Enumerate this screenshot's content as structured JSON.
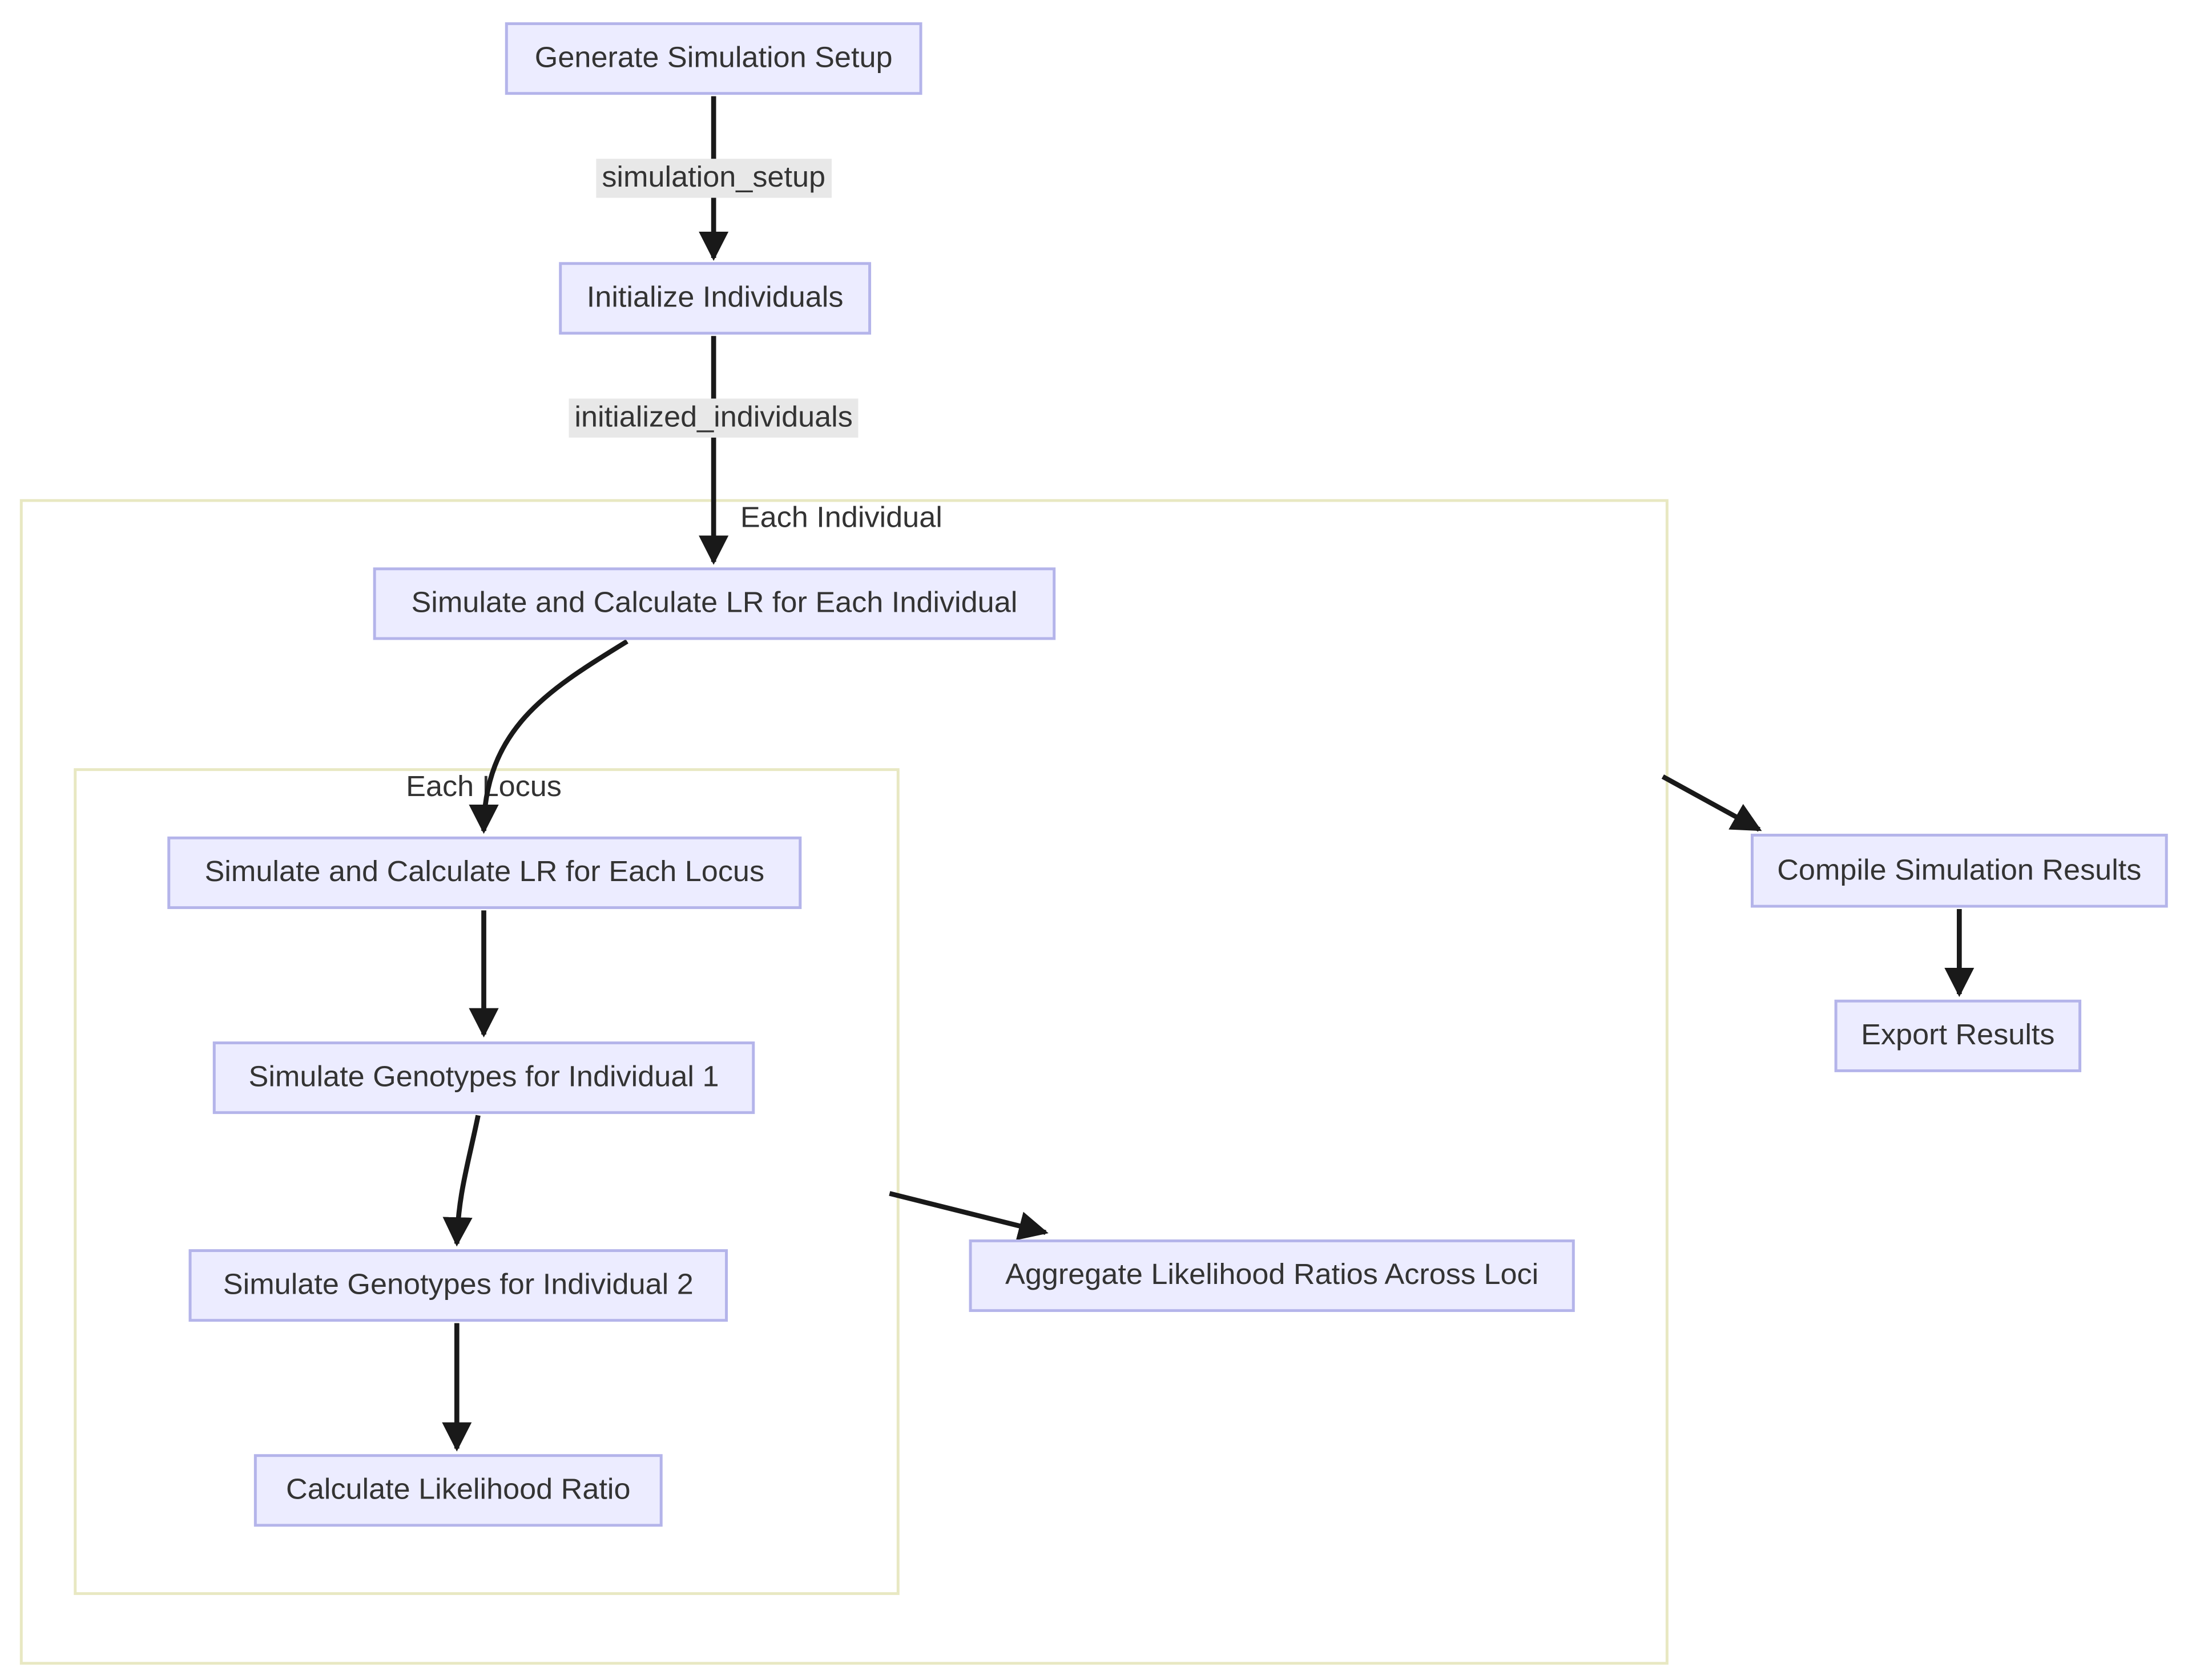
{
  "diagram": {
    "type": "flowchart",
    "direction": "top-down",
    "colors": {
      "node_fill": "#ececff",
      "node_border": "#b4b4ea",
      "cluster_border": "#e8e8c2",
      "edge_label_bg": "#e8e8e8",
      "arrow": "#191919",
      "text": "#333333",
      "background": "#ffffff"
    },
    "nodes": {
      "generate": {
        "label": "Generate Simulation Setup"
      },
      "initialize": {
        "label": "Initialize Individuals"
      },
      "sim_individual": {
        "label": "Simulate and Calculate LR for Each Individual"
      },
      "sim_locus": {
        "label": "Simulate and Calculate LR for Each Locus"
      },
      "genotypes1": {
        "label": "Simulate Genotypes for Individual 1"
      },
      "genotypes2": {
        "label": "Simulate Genotypes for Individual 2"
      },
      "calc_lr": {
        "label": "Calculate Likelihood Ratio"
      },
      "aggregate": {
        "label": "Aggregate Likelihood Ratios Across Loci"
      },
      "compile": {
        "label": "Compile Simulation Results"
      },
      "export": {
        "label": "Export Results"
      }
    },
    "clusters": {
      "each_individual": {
        "title": "Each Individual"
      },
      "each_locus": {
        "title": "Each Locus"
      }
    },
    "edges": [
      {
        "from": "generate",
        "to": "initialize",
        "label": "simulation_setup"
      },
      {
        "from": "initialize",
        "to": "sim_individual",
        "label": "initialized_individuals"
      },
      {
        "from": "sim_individual",
        "to": "sim_locus",
        "label": ""
      },
      {
        "from": "sim_locus",
        "to": "genotypes1",
        "label": ""
      },
      {
        "from": "genotypes1",
        "to": "genotypes2",
        "label": ""
      },
      {
        "from": "genotypes2",
        "to": "calc_lr",
        "label": ""
      },
      {
        "from": "each_locus_cluster",
        "to": "aggregate",
        "label": ""
      },
      {
        "from": "each_individual_cluster",
        "to": "compile",
        "label": ""
      },
      {
        "from": "compile",
        "to": "export",
        "label": ""
      }
    ]
  }
}
